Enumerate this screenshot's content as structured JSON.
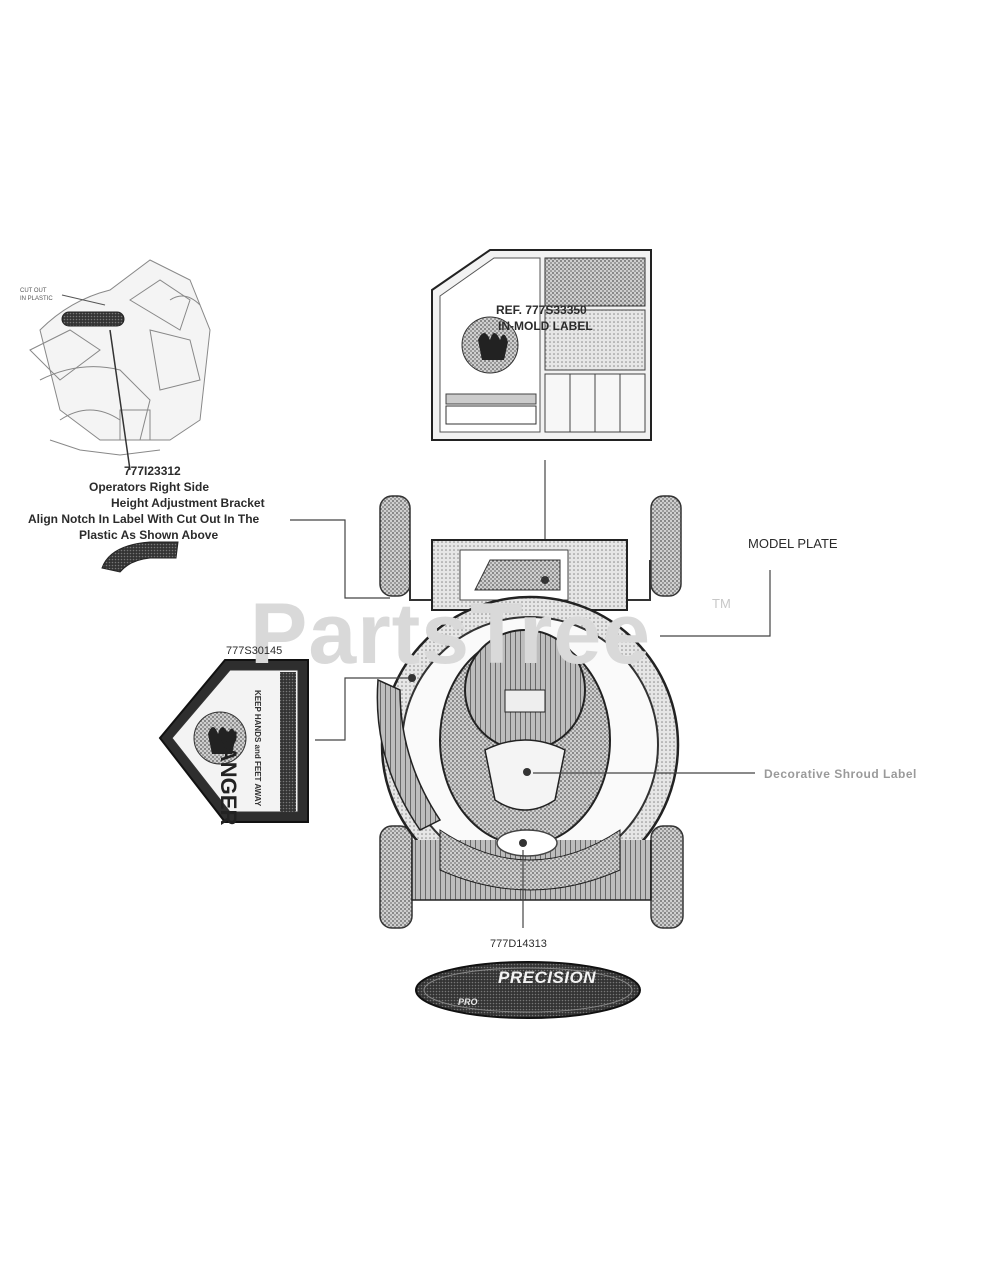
{
  "watermark": {
    "text": "PartsTree",
    "trademark": "TM"
  },
  "callouts": {
    "ref_label": {
      "line1": "REF. 777S33350",
      "line2": "IN-MOLD LABEL"
    },
    "model_plate": "MODEL PLATE",
    "decorative": "Decorative Shroud Label",
    "bracket": {
      "part": "777I23312",
      "line1": "Operators Right Side",
      "line2": "Height Adjustment Bracket",
      "line3": "Align Notch In Label With Cut Out In The",
      "line4": "Plastic As Shown Above"
    },
    "cut_out": {
      "line1": "CUT OUT",
      "line2": "IN PLASTIC"
    },
    "danger_part": "777S30145",
    "bottom_part": "777D14313"
  },
  "decals": {
    "danger_word": "DANGER",
    "danger_sub": "KEEP HANDS and FEET AWAY",
    "precision": "PRECISION",
    "precision_sub": "PRO"
  }
}
